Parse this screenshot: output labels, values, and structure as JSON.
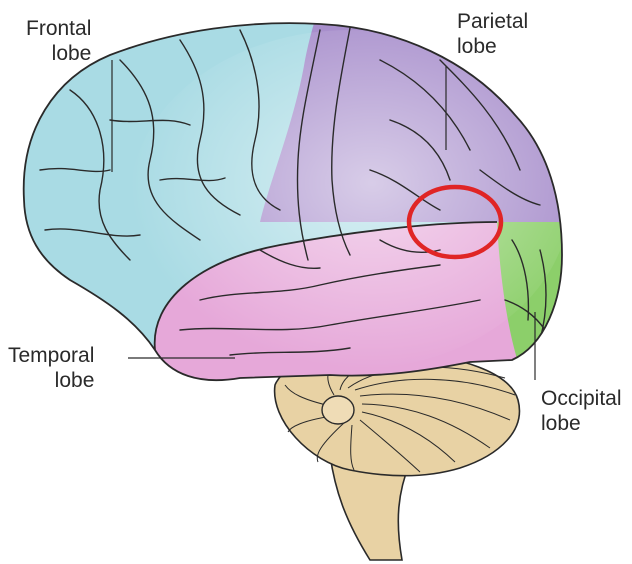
{
  "diagram": {
    "subject": "lateral view of the human brain",
    "lobes": [
      {
        "id": "frontal",
        "line1": "Frontal",
        "line2": "lobe",
        "color": "#a9dbe4"
      },
      {
        "id": "parietal",
        "line1": "Parietal",
        "line2": "lobe",
        "color": "#a88fcc"
      },
      {
        "id": "temporal",
        "line1": "Temporal",
        "line2": "lobe",
        "color": "#e6a8d9"
      },
      {
        "id": "occipital",
        "line1": "Occipital",
        "line2": "lobe",
        "color": "#8ccf6a"
      }
    ],
    "cerebellum_color": "#e8d2a4",
    "highlight": {
      "shape": "circle",
      "color": "#e02525"
    }
  }
}
